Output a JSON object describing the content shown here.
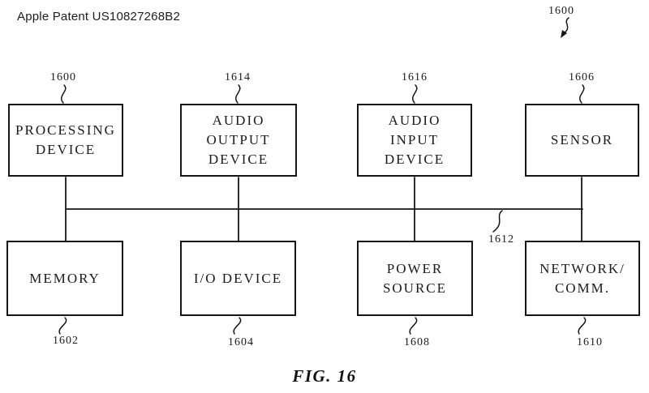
{
  "header": {
    "title": "Apple Patent US10827268B2"
  },
  "figure": {
    "caption": "FIG. 16",
    "overall_ref": "1600",
    "bus_ref": "1612",
    "ink_color": "#161616",
    "background_color": "#ffffff",
    "boxes": [
      {
        "id": "processing-device",
        "label": "PROCESSING\nDEVICE",
        "ref": "1600",
        "ref_position": "top"
      },
      {
        "id": "audio-output-device",
        "label": "AUDIO\nOUTPUT\nDEVICE",
        "ref": "1614",
        "ref_position": "top"
      },
      {
        "id": "audio-input-device",
        "label": "AUDIO\nINPUT\nDEVICE",
        "ref": "1616",
        "ref_position": "top"
      },
      {
        "id": "sensor",
        "label": "SENSOR",
        "ref": "1606",
        "ref_position": "top"
      },
      {
        "id": "memory",
        "label": "MEMORY",
        "ref": "1602",
        "ref_position": "bottom"
      },
      {
        "id": "io-device",
        "label": "I/O DEVICE",
        "ref": "1604",
        "ref_position": "bottom"
      },
      {
        "id": "power-source",
        "label": "POWER\nSOURCE",
        "ref": "1608",
        "ref_position": "bottom"
      },
      {
        "id": "network-comm",
        "label": "NETWORK/\nCOMM.",
        "ref": "1610",
        "ref_position": "bottom"
      }
    ]
  }
}
